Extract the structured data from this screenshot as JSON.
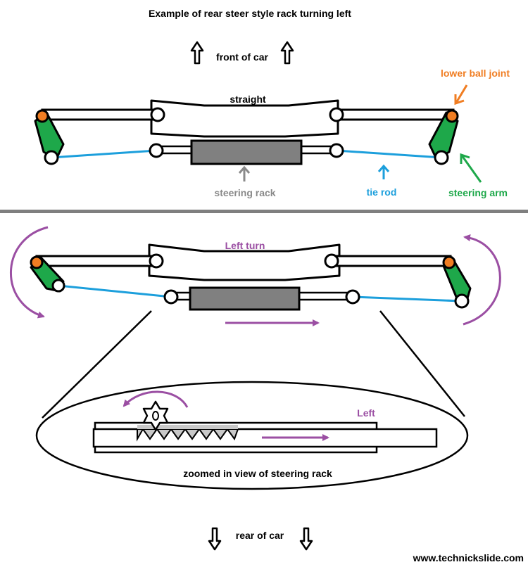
{
  "title": "Example of rear steer style rack turning left",
  "direction": {
    "front_label": "front of car",
    "rear_label": "rear of car"
  },
  "top_panel": {
    "state_label": "straight",
    "labels": {
      "ball_joint": "lower ball joint",
      "steering_rack": "steering rack",
      "tie_rod": "tie rod",
      "steering_arm": "steering arm"
    }
  },
  "bottom_panel": {
    "state_label": "Left turn",
    "zoom": {
      "direction_label": "Left",
      "caption": "zoomed in view of steering rack"
    }
  },
  "website": "www.technickslide.com",
  "colors": {
    "ball_joint": "#f07d22",
    "steering_arm": "#1ea84a",
    "tie_rod": "#1c9fdc",
    "rack_body": "#808080",
    "motion": "#9b4fa3",
    "divider": "#7f7f7f",
    "label_gray": "#8a8a8a"
  },
  "icons": [
    "up-arrow-icon",
    "down-arrow-icon",
    "gear-icon"
  ]
}
